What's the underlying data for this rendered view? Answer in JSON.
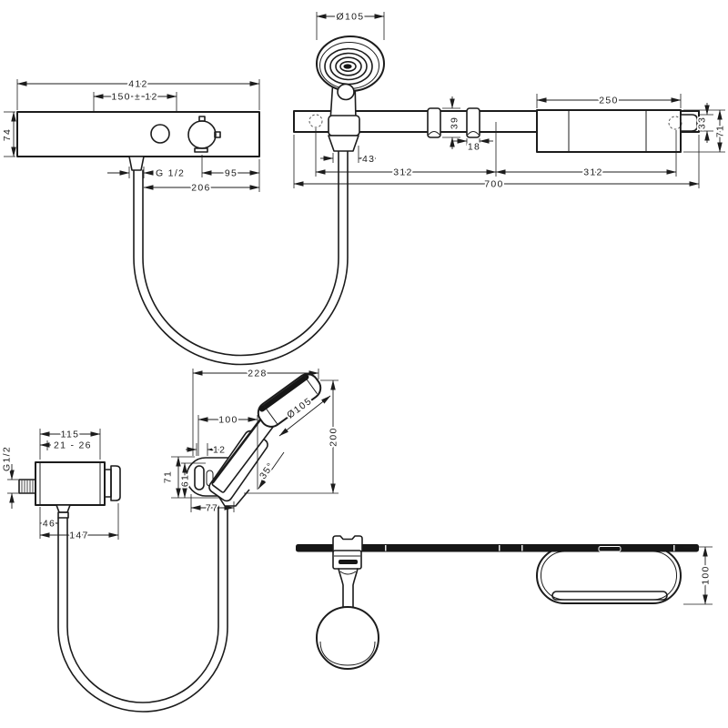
{
  "meta": {
    "background": "#ffffff",
    "line_color": "#1c1c1c"
  },
  "views": {
    "thermostat_front": {
      "dim_width": "412",
      "dim_port_spacing": "150 ± 12",
      "dim_height": "74",
      "dim_outlet_thread": "G 1/2",
      "dim_knob_offset": "95",
      "dim_outlet_offset": "206"
    },
    "shower_bar_front": {
      "dim_head_diameter": "Ø105",
      "dim_shelf_width": "250",
      "dim_slider_height": "39",
      "dim_slider_width": "18",
      "dim_holder_offset": "43",
      "dim_left_section": "312",
      "dim_right_section": "312",
      "dim_total_length": "700",
      "dim_bar_end_height": "33",
      "dim_shelf_height": "71"
    },
    "thermostat_side": {
      "dim_depth": "115",
      "dim_wall_clearance": "21 - 26",
      "dim_inlet_thread": "G1/2",
      "dim_outlet_offset": "46",
      "dim_total_depth": "147"
    },
    "hand_shower_side": {
      "dim_reach": "228",
      "dim_head_offset": "100",
      "dim_plate_thickness": "12",
      "dim_head_diameter": "Ø105",
      "dim_height": "200",
      "dim_holder_height": "71",
      "dim_holder_inner_height": "61",
      "dim_angle": "35°",
      "dim_holder_depth": "77"
    },
    "shower_bar_top": {
      "dim_shelf_depth": "100"
    }
  }
}
